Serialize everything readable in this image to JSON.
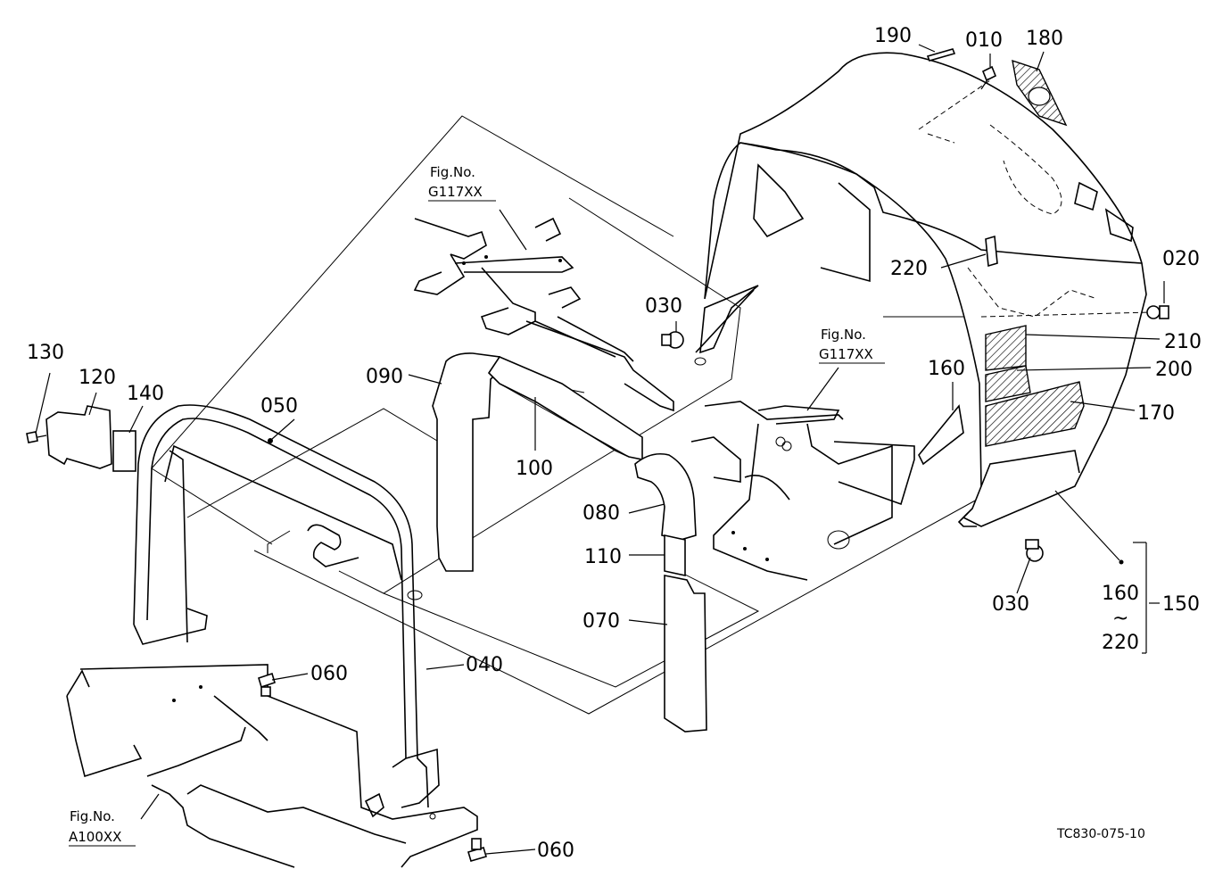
{
  "diagram_code": "TC830-075-10",
  "callouts": {
    "p010": "010",
    "p020": "020",
    "p030a": "030",
    "p030b": "030",
    "p040": "040",
    "p050": "050",
    "p060a": "060",
    "p060b": "060",
    "p070": "070",
    "p080": "080",
    "p090": "090",
    "p100": "100",
    "p110": "110",
    "p120": "120",
    "p130": "130",
    "p140": "140",
    "p150": "150",
    "p160a": "160",
    "p160b": "160",
    "p170": "170",
    "p180": "180",
    "p190": "190",
    "p200": "200",
    "p210": "210",
    "p220a": "220",
    "p220b": "220",
    "tilde": "~"
  },
  "fig_refs": [
    {
      "label": "Fig.No.",
      "ref": "G117XX"
    },
    {
      "label": "Fig.No.",
      "ref": "G117XX"
    },
    {
      "label": "Fig.No.",
      "ref": "A100XX"
    }
  ]
}
